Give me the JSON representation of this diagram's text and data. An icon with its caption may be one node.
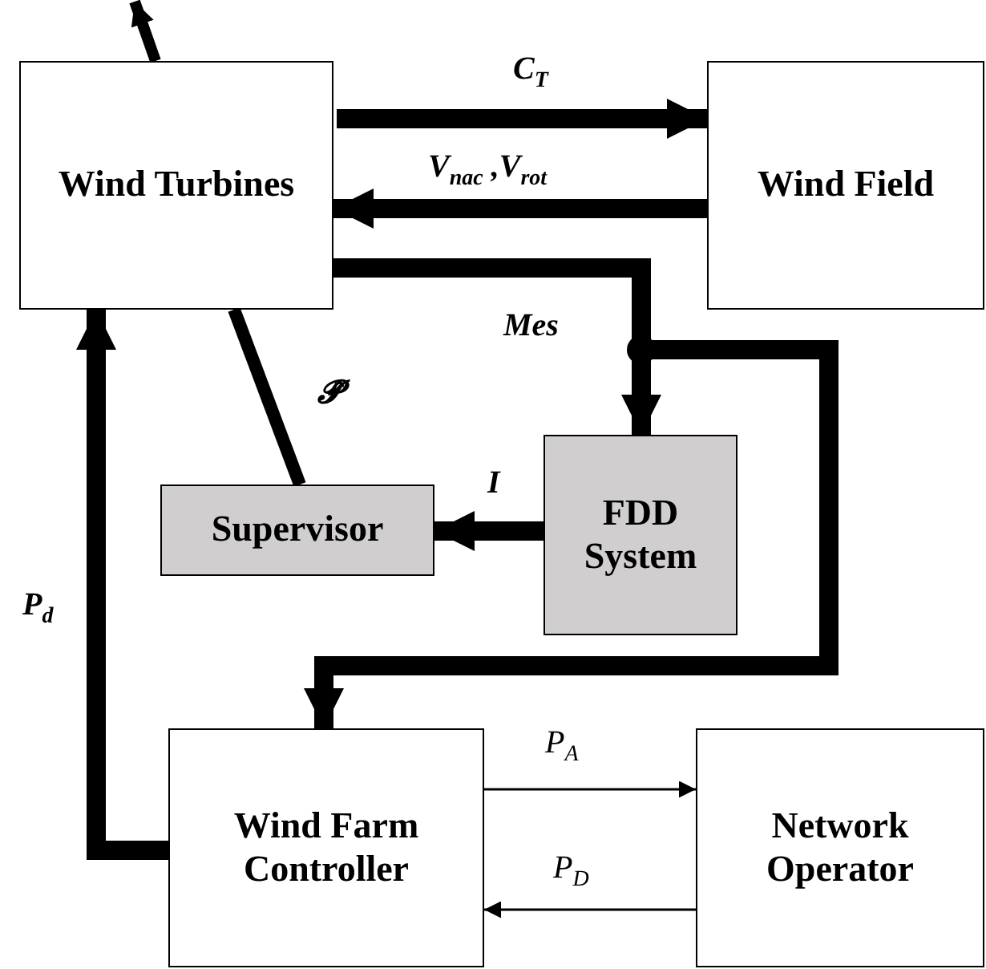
{
  "diagram": {
    "nodes": [
      {
        "text": [
          "Wind Turbines"
        ]
      },
      {
        "text": [
          "Wind Field"
        ]
      },
      {
        "text": [
          "FDD System"
        ]
      },
      {
        "text": [
          "Supervisor"
        ]
      },
      {
        "text": [
          "Wind Farm Controller"
        ]
      },
      {
        "text": [
          "Network Operator"
        ]
      }
    ],
    "edges": [
      {
        "from": 0,
        "to": 1,
        "arrow": "to",
        "label": "C$_{T}$"
      },
      {
        "from": 1,
        "to": 0,
        "arrow": "to",
        "label": "V$_{nac}$ ,V$_{rot}$"
      },
      {
        "from": 0,
        "to": 2,
        "arrow": "to",
        "label": "Mes"
      },
      {
        "from": 0,
        "to": 4,
        "arrow": "to"
      },
      {
        "from": 2,
        "to": 3,
        "arrow": "to",
        "label": "I"
      },
      {
        "from": 3,
        "to": 0,
        "arrow": "none",
        "label": "𝓟̂"
      },
      {
        "from": 4,
        "to": 0,
        "arrow": "to",
        "label": "P$_{d}$"
      },
      {
        "from": 4,
        "to": 5,
        "arrow": "to",
        "label": "P$_{A}$"
      },
      {
        "from": 5,
        "to": 4,
        "arrow": "to",
        "label": "P$_{D}$"
      },
      {
        "from": 0,
        "to": null,
        "arrow": "to"
      }
    ]
  }
}
